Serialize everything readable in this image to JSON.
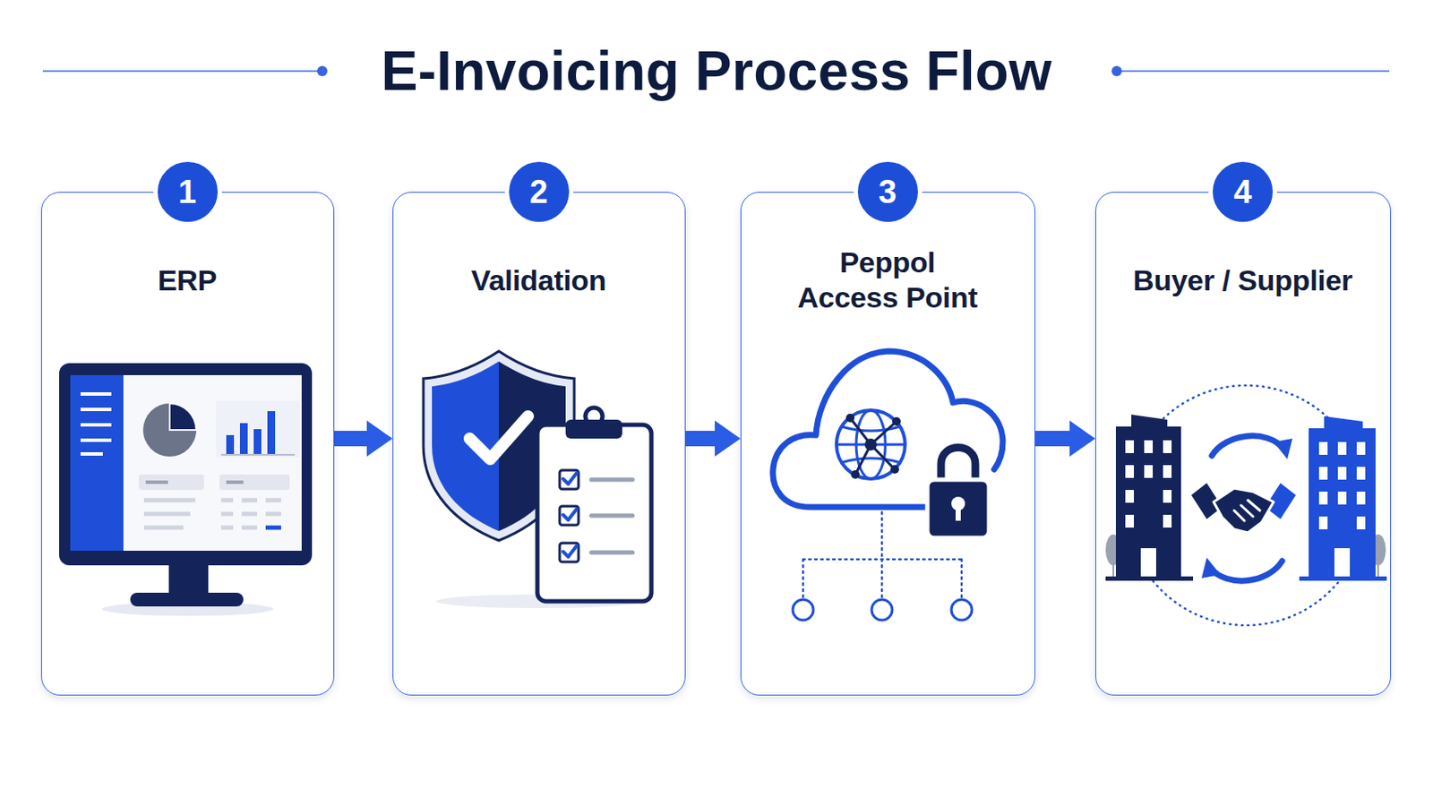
{
  "diagram": {
    "title": "E-Invoicing Process Flow",
    "nodes": [
      {
        "text": [
          "ERP"
        ]
      },
      {
        "text": [
          "1"
        ],
        "in": 0
      },
      {
        "text": [
          "Validation"
        ]
      },
      {
        "text": [
          "2"
        ],
        "in": 2
      },
      {
        "text": [
          "Peppol Access Point"
        ]
      },
      {
        "text": [
          "3"
        ],
        "in": 4
      },
      {
        "text": [
          "Buyer / Supplier"
        ]
      },
      {
        "text": [
          "4"
        ],
        "in": 6
      }
    ],
    "edges": [
      {
        "from": 0,
        "to": 2,
        "arrow": "to"
      },
      {
        "from": 2,
        "to": 4,
        "arrow": "to"
      },
      {
        "from": 4,
        "to": 6,
        "arrow": "to"
      }
    ]
  }
}
